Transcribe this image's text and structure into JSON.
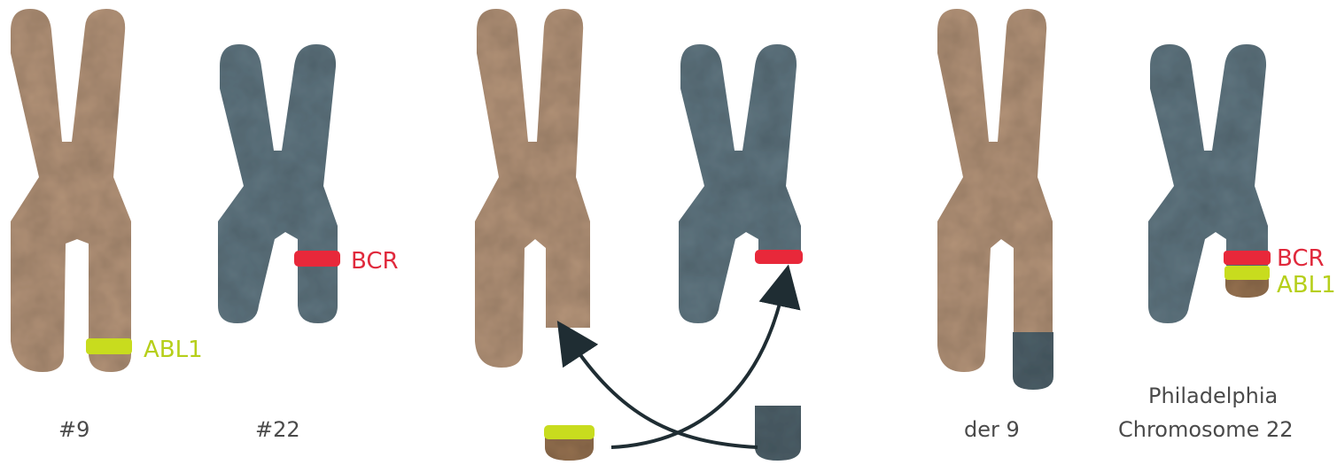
{
  "labels": {
    "chr9": "#9",
    "chr22": "#22",
    "bcr_1": "BCR",
    "abl1_1": "ABL1",
    "der9": "der 9",
    "philadelphia_line1": "Philadelphia",
    "philadelphia_line2": "Chromosome 22",
    "bcr_2": "BCR",
    "abl1_2": "ABL1"
  },
  "colors": {
    "chromosome_9": "#b39378",
    "chromosome_9_dark": "#94704f",
    "chromosome_22": "#5f7580",
    "chromosome_22_dark": "#4d6069",
    "bcr_band": "#e8283a",
    "abl1_band": "#c8dc1e",
    "bcr_text": "#e0293c",
    "abl1_text": "#b6cf1a",
    "label_text": "#4a4a4a",
    "arrow": "#1f2d33"
  }
}
